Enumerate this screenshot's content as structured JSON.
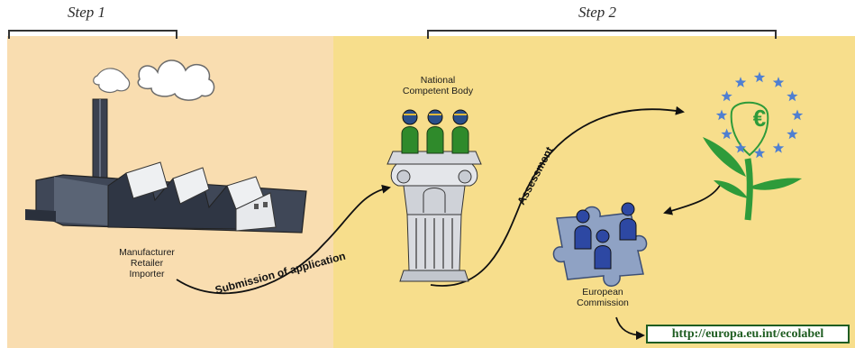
{
  "steps": {
    "step1": "Step 1",
    "step2": "Step 2"
  },
  "nodes": {
    "manufacturer": {
      "line1": "Manufacturer",
      "line2": "Retailer",
      "line3": "Importer"
    },
    "national_body": {
      "line1": "National",
      "line2": "Competent Body"
    },
    "commission": {
      "line1": "European",
      "line2": "Commission"
    }
  },
  "edges": {
    "submission": "Submission of application",
    "assessment": "Assessment"
  },
  "url": "http://europa.eu.int/ecolabel",
  "logo_letter": "€",
  "colors": {
    "step1_bg": "#f9ddb0",
    "step2_bg": "#f7de8c",
    "url_green": "#1f5d22",
    "flower_green": "#2e9b3a",
    "star_blue": "#4f7fd1",
    "figure_green": "#2f8a2b",
    "figure_blue": "#2d48a3"
  }
}
